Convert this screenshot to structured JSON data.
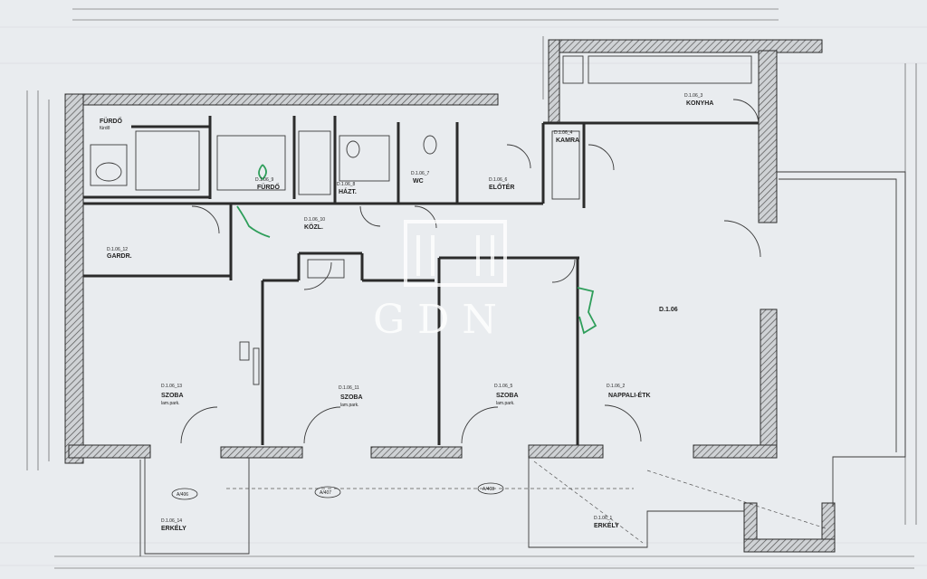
{
  "watermark": "GDN",
  "colors": {
    "paper": "#e9ecef",
    "wall": "#2b2b2b",
    "hatch": "#7a7a7a",
    "line": "#3a3a3a",
    "annotation": "#2e9e5a"
  },
  "rooms": {
    "furdo1": {
      "name": "FÜRDŐ",
      "sub": "fürdő"
    },
    "furdo2": {
      "name": "FÜRDŐ",
      "code": "D.1.06_9"
    },
    "hazt": {
      "name": "HÁZT.",
      "code": "D.1.06_8"
    },
    "wc": {
      "name": "WC",
      "code": "D.1.06_7"
    },
    "eloter": {
      "name": "ELŐTÉR",
      "code": "D.1.06_6"
    },
    "kozl": {
      "name": "KÖZL.",
      "code": "D.1.06_10"
    },
    "gardr": {
      "name": "GARDR.",
      "code": "D.1.06_12"
    },
    "kamra": {
      "name": "KAMRA",
      "code": "D.1.06_4"
    },
    "konyha": {
      "name": "KONYHA",
      "code": "D.1.06_3"
    },
    "nappali": {
      "name": "NAPPALI-ÉTK",
      "code": "D.1.06_2"
    },
    "szoba1": {
      "name": "SZOBA",
      "code": "D.1.06_13",
      "sub": "lam.park."
    },
    "szoba2": {
      "name": "SZOBA",
      "code": "D.1.06_11",
      "sub": "lam.park."
    },
    "szoba3": {
      "name": "SZOBA",
      "code": "D.1.06_5",
      "sub": "lam.park."
    },
    "erkely1": {
      "name": "ERKÉLY",
      "code": "D.1.06_14"
    },
    "erkely2": {
      "name": "ERKÉLY",
      "code": "D.1.06_1"
    },
    "unit": {
      "code": "D.1.06"
    }
  },
  "tags": {
    "a": "A/406",
    "b": "A/407",
    "c": "A/408"
  }
}
